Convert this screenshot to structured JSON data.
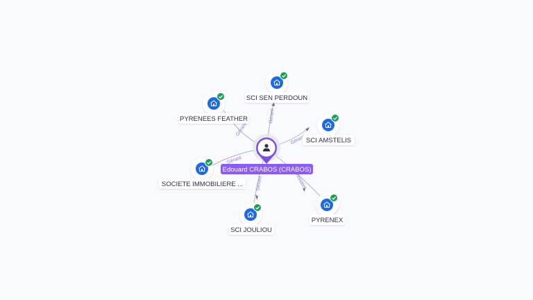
{
  "center": {
    "name": "Edouard CRABOS (CRABOS)",
    "icon": "person-icon",
    "color": "#7b4fe0",
    "label_bg": "#8a5cf5"
  },
  "companies": [
    {
      "name": "SCI SEN PERDOUN",
      "role": "Gérant",
      "icon": "building-icon",
      "status": "verified"
    },
    {
      "name": "PYRENEES FEATHER",
      "role": "Gérant",
      "icon": "building-icon",
      "status": "verified"
    },
    {
      "name": "SCI AMSTELIS",
      "role": "Gérant",
      "icon": "building-icon",
      "status": "verified"
    },
    {
      "name": "SOCIETE IMMOBILIERE ...",
      "role": "Gérant",
      "icon": "building-icon",
      "status": "verified"
    },
    {
      "name": "SCI JOULIOU",
      "role": "Gérant",
      "icon": "building-icon",
      "status": "verified"
    },
    {
      "name": "PYRENEX",
      "role": "Président",
      "icon": "building-icon",
      "status": "verified"
    }
  ],
  "colors": {
    "node_blue": "#1e6ae6",
    "check_green": "#1f9d55",
    "edge": "#9aa3b8",
    "edge_label": "#8a7fd6"
  }
}
